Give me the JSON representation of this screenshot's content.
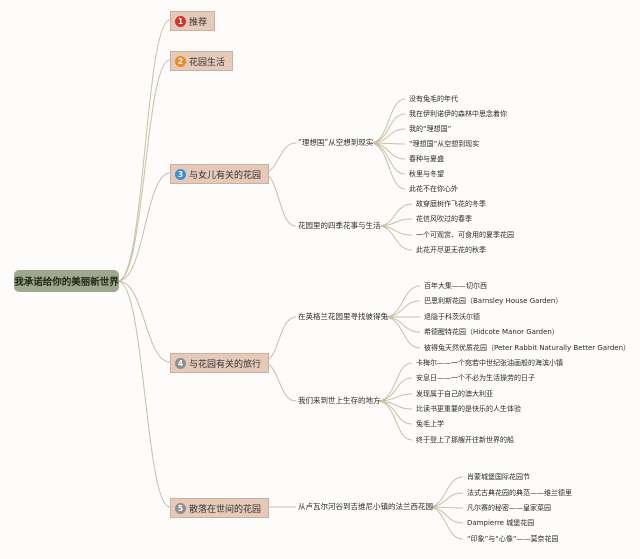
{
  "root": {
    "label": "我承诺给你的美丽新世界"
  },
  "branches": [
    {
      "num": "1",
      "color": "#d9302c",
      "label": "推荐"
    },
    {
      "num": "2",
      "color": "#ec8a22",
      "label": "花园生活"
    },
    {
      "num": "3",
      "color": "#3b8fd6",
      "label": "与女儿有关的花园",
      "children": [
        {
          "label": "“理想国”从空想到现实",
          "items": [
            "没有兔毛的年代",
            "我在伊利诺伊的森林中思念着你",
            "我的“理想国”",
            "“理想国”从空想到现实",
            "春种与夏盛",
            "秋里与冬望",
            "此花不在你心外"
          ]
        },
        {
          "label": "花园里的四季花事与生活",
          "items": [
            "故穿庭树作飞花的冬季",
            "花信风吹过的春季",
            "一个可观赏、可食用的夏季花园",
            "此花开尽更无花的秋季"
          ]
        }
      ]
    },
    {
      "num": "4",
      "color": "#8e8e8e",
      "label": "与花园有关的旅行",
      "children": [
        {
          "label": "在英格兰花园里寻找彼得兔",
          "items": [
            "百年大集——切尔西",
            "巴恩利斯花园（Barnsley House Garden）",
            "退隐于科茨沃尔德",
            "希德醒特花园（Hidcote Manor Garden）",
            "彼得兔天然优质花园（Peter Rabbit Naturally Better Garden）"
          ]
        },
        {
          "label": "我们来到世上生存的地方",
          "items": [
            "卡梅尔——一个宛若中世纪张油画般的海滨小镇",
            "安息日——一个不必为生活操劳的日子",
            "发现属于自己的澳大利亚",
            "比读书更重要的是快乐的人生体验",
            "兔毛上学",
            "终于登上了那艘开往新世界的船"
          ]
        }
      ]
    },
    {
      "num": "5",
      "color": "#8e8e8e",
      "label": "散落在世间的花园",
      "children": [
        {
          "label": "从卢瓦尔河谷到吉维尼小镇的法兰西花园",
          "items": [
            "肖蒙城堡国际花园节",
            "法式古典花园的典范——维兰德里",
            "凡尔赛的秘密——皇家菜园",
            "Dampierre 城堡花园",
            "“印象”与“心像”——莫奈花园"
          ]
        }
      ]
    }
  ]
}
